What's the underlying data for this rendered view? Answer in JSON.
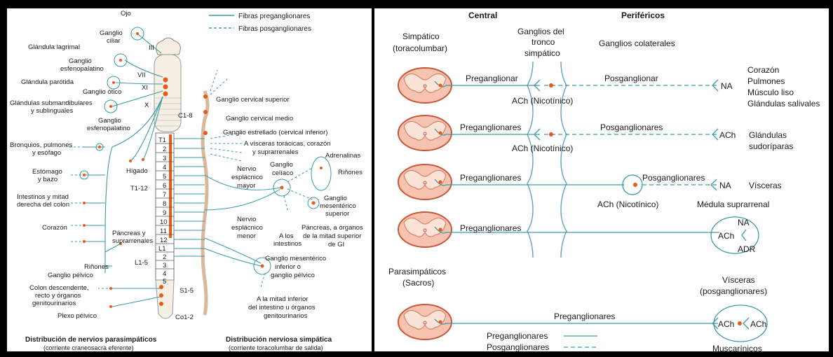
{
  "left": {
    "legend": {
      "pre": "Fibras preganglionares",
      "post": "Fibras posganglionares"
    },
    "top_labels": {
      "ojo": "Ojo",
      "ganglio_ciliar_1": "Ganglio",
      "ganglio_ciliar_2": "ciliar",
      "glandula_lagrimal": "Glándula lagrimal",
      "ganglio_esfeno_1": "Ganglio",
      "ganglio_esfeno_2": "esfenopalatino",
      "glandula_parotida": "Glándula parótida",
      "ganglio_otico": "Ganglio ótico",
      "gl_submand_1": "Glándulas submandibulares",
      "gl_submand_2": "y sublinguales",
      "ganglio_esfeno2_1": "Ganglio",
      "ganglio_esfeno2_2": "esfenopalatino",
      "bronquios_1": "Bronquios, pulmones",
      "bronquios_2": "y esófago",
      "estomago_1": "Estómago",
      "estomago_2": "y bazo",
      "intestinos_1": "Intestinos y mitad",
      "intestinos_2": "derecha del colon",
      "corazon": "Corazón",
      "higado": "Hígado",
      "pancreas_1": "Páncreas y",
      "pancreas_2": "suprarrenales",
      "rinones": "Riñones",
      "ganglio_pelvico": "Ganglio pélvico",
      "colon_1": "Colon descendente,",
      "colon_2": "recto y órganos",
      "colon_3": "genitourinarios",
      "plexo_pelvico": "Plexo pélvico"
    },
    "cranial_nerves": {
      "iii": "III",
      "vii": "VII",
      "xi": "XI",
      "x": "X"
    },
    "segments": {
      "c18": "C1-8",
      "t112": "T1-12",
      "l15": "L1-5",
      "s15": "S1-5",
      "co12": "Co1-2",
      "t_numbers": [
        "T1",
        "2",
        "3",
        "4",
        "5",
        "6",
        "7",
        "8",
        "9",
        "10",
        "11",
        "12"
      ],
      "l_numbers": [
        "L1",
        "2",
        "3",
        "4",
        "5"
      ]
    },
    "symp_labels": {
      "cervical_sup": "Ganglio cervical superior",
      "cervical_medio": "Ganglio cervical medio",
      "estrellado": "Ganglio estrellado (cervical inferior)",
      "visceras_1": "A vísceras torácicas, corazón",
      "visceras_2": "y suprarrenales",
      "adrenalinas": "Adrenalinas",
      "rinones": "Riñones",
      "nervio_mayor_1": "Nervio",
      "nervio_mayor_2": "esplácnico",
      "nervio_mayor_3": "mayor",
      "celiaco_1": "Ganglio",
      "celiaco_2": "celíaco",
      "mesent_sup_1": "Ganglio",
      "mesent_sup_2": "mesentérico",
      "mesent_sup_3": "superior",
      "nervio_menor_1": "Nervio",
      "nervio_menor_2": "esplácnico",
      "nervio_menor_3": "menor",
      "a_los_1": "A los",
      "a_los_2": "intestinos",
      "pancreas_org_1": "Páncreas, a órganos",
      "pancreas_org_2": "de la mitad superior",
      "pancreas_org_3": "de GI",
      "mesent_inf_1": "Ganglio mesentérico",
      "mesent_inf_2": "inferior o",
      "mesent_inf_3": "ganglio pélvico",
      "mitad_inf_1": "A la mitad inferior",
      "mitad_inf_2": "del intestino u órganos",
      "mitad_inf_3": "genitourinarios"
    },
    "captions": {
      "para_title": "Distribución de nervios parasimpáticos",
      "para_sub": "(corriente craneosacra eferente)",
      "symp_title": "Distribución nerviosa simpática",
      "symp_sub": "(corriente toracolumbar de salida)"
    }
  },
  "right": {
    "headers": {
      "central": "Central",
      "perifericos": "Periféricos"
    },
    "simpatico_1": "Simpático",
    "simpatico_2": "(toracolumbar)",
    "ganglios_tronco_1": "Ganglios del",
    "ganglios_tronco_2": "tronco",
    "ganglios_tronco_3": "simpático",
    "ganglios_colaterales": "Ganglios colaterales",
    "row1": {
      "pre": "Preganglionar",
      "post": "Posganglionar",
      "ach": "ACh (Nicotínico)",
      "nt": "NA",
      "targets": [
        "Corazón",
        "Pulmones",
        "Músculo liso",
        "Glándulas salivales"
      ]
    },
    "row2": {
      "pre": "Preganglionares",
      "post": "Posganglionares",
      "ach": "ACh (Nicotínico)",
      "nt": "ACh",
      "targets": [
        "Glándulas",
        "sudoríparas"
      ]
    },
    "row3": {
      "pre": "Preganglionares",
      "post": "Posganglionares",
      "ach": "ACh (Nicotínico)",
      "nt": "NA",
      "target": "Vísceras",
      "medula": "Médula suprarrenal"
    },
    "row4": {
      "pre": "Preganglionares",
      "na": "NA",
      "ach": "ACh",
      "adr": "ADR"
    },
    "parasimpaticos_1": "Parasimpáticos",
    "parasimpaticos_2": "(Sacros)",
    "visceras_1": "Vísceras",
    "visceras_2": "(posganglionares)",
    "row5": {
      "pre": "Preganglionares",
      "ach1": "ACh",
      "ach2": "ACh"
    },
    "legend": {
      "pre": "Preganglionares",
      "post": "Posganglionares"
    },
    "muscarinicos": "Muscarínicos"
  },
  "colors": {
    "nerve": "#3a9aa8",
    "dot": "#e85a1a",
    "cord_pink": "#f4b8a4",
    "cord_outline": "#c94a30"
  }
}
